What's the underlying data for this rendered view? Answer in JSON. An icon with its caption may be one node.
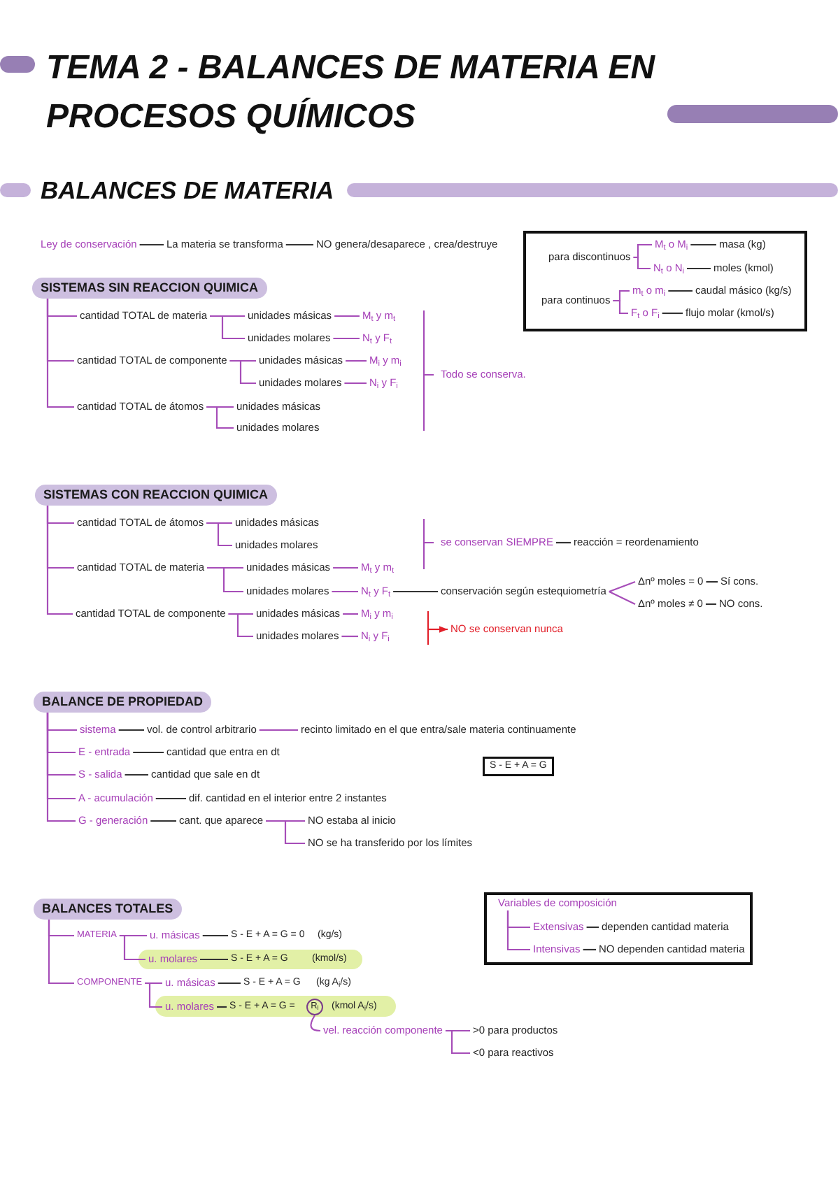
{
  "diagram": {
    "title": "TEMA 2 - BALANCES DE MATERIA EN PROCESOS QUÍMICOS",
    "nodes": [
      {
        "text": [
          "Ley de conservación"
        ]
      },
      {
        "text": [
          "La materia se transforma"
        ]
      },
      {
        "text": [
          "NO genera/desaparece , crea/destruye"
        ]
      },
      {
        "text": [],
        "shape": "box"
      },
      {
        "text": [
          "para discontinuos"
        ],
        "in": 3
      },
      {
        "text": [
          "M$_{t}$ o M$_{i}$"
        ],
        "in": 3
      },
      {
        "text": [
          "masa (kg)"
        ],
        "in": 3
      },
      {
        "text": [
          "N$_{t}$ o N$_{i}$"
        ],
        "in": 3
      },
      {
        "text": [
          "moles (kmol)"
        ],
        "in": 3
      },
      {
        "text": [
          "para continuos"
        ],
        "in": 3
      },
      {
        "text": [
          "m$_{t}$ o m$_{i}$"
        ],
        "in": 3
      },
      {
        "text": [
          "caudal másico (kg/s)"
        ],
        "in": 3
      },
      {
        "text": [
          "F$_{t}$ o F$_{i}$"
        ],
        "in": 3
      },
      {
        "text": [
          "flujo molar (kmol/s)"
        ],
        "in": 3
      },
      {
        "text": [
          "SISTEMAS SIN REACCION QUIMICA"
        ]
      },
      {
        "text": [
          "cantidad TOTAL de materia"
        ]
      },
      {
        "text": [
          "unidades másicas"
        ]
      },
      {
        "text": [
          "M$_{t}$ y m$_{t}$"
        ]
      },
      {
        "text": [
          "unidades molares"
        ]
      },
      {
        "text": [
          "N$_{t}$ y F$_{t}$"
        ]
      },
      {
        "text": [
          "cantidad TOTAL de componente"
        ]
      },
      {
        "text": [
          "unidades másicas"
        ]
      },
      {
        "text": [
          "M$_{i}$ y m$_{i}$"
        ]
      },
      {
        "text": [
          "unidades molares"
        ]
      },
      {
        "text": [
          "N$_{i}$ y F$_{i}$"
        ]
      },
      {
        "text": [
          "cantidad TOTAL de átomos"
        ]
      },
      {
        "text": [
          "unidades másicas"
        ]
      },
      {
        "text": [
          "unidades molares"
        ]
      },
      {
        "text": [
          "Todo se conserva."
        ]
      },
      {
        "text": [
          "SISTEMAS CON REACCION QUIMICA"
        ]
      },
      {
        "text": [
          "cantidad TOTAL de átomos"
        ]
      },
      {
        "text": [
          "unidades másicas"
        ]
      },
      {
        "text": [
          "unidades molares"
        ]
      },
      {
        "text": [
          "se conservan SIEMPRE"
        ]
      },
      {
        "text": [
          "reacción = reordenamiento"
        ]
      },
      {
        "text": [
          "cantidad TOTAL de materia"
        ]
      },
      {
        "text": [
          "unidades másicas"
        ]
      },
      {
        "text": [
          "M$_{t}$ y m$_{t}$"
        ]
      },
      {
        "text": [
          "unidades molares"
        ]
      },
      {
        "text": [
          "N$_{t}$ y F$_{t}$"
        ]
      },
      {
        "text": [
          "conservación según estequiometría"
        ]
      },
      {
        "text": [
          "Δnº moles = 0"
        ]
      },
      {
        "text": [
          "Sí cons."
        ]
      },
      {
        "text": [
          "Δnº moles ≠ 0"
        ]
      },
      {
        "text": [
          "NO cons."
        ]
      },
      {
        "text": [
          "cantidad TOTAL de componente"
        ]
      },
      {
        "text": [
          "unidades másicas"
        ]
      },
      {
        "text": [
          "M$_{i}$ y m$_{i}$"
        ]
      },
      {
        "text": [
          "unidades molares"
        ]
      },
      {
        "text": [
          "N$_{i}$ y F$_{i}$"
        ]
      },
      {
        "text": [
          "NO se conservan nunca"
        ]
      },
      {
        "text": [
          "BALANCE DE PROPIEDAD"
        ]
      },
      {
        "text": [
          "sistema"
        ]
      },
      {
        "text": [
          "vol. de control arbitrario"
        ]
      },
      {
        "text": [
          "recinto limitado en el que entra/sale materia continuamente"
        ]
      },
      {
        "text": [
          "E - entrada"
        ]
      },
      {
        "text": [
          "cantidad que entra en dt"
        ]
      },
      {
        "text": [
          "S - salida"
        ]
      },
      {
        "text": [
          "cantidad que sale en dt"
        ]
      },
      {
        "text": [
          "A - acumulación"
        ]
      },
      {
        "text": [
          "dif. cantidad en el interior entre 2 instantes"
        ]
      },
      {
        "text": [
          "G - generación"
        ]
      },
      {
        "text": [
          "cant. que aparece"
        ]
      },
      {
        "text": [
          "NO estaba al inicio"
        ]
      },
      {
        "text": [
          "NO se ha transferido por los límites"
        ]
      },
      {
        "text": [
          "S - E + A = G"
        ]
      },
      {
        "text": [
          "BALANCES TOTALES"
        ]
      },
      {
        "text": [
          "MATERIA"
        ]
      },
      {
        "text": [
          "u. másicas"
        ]
      },
      {
        "text": [
          "S - E + A = G = 0"
        ],
        "beside": [
          "(kg/s)"
        ]
      },
      {
        "text": [],
        "shape": "bar"
      },
      {
        "text": [
          "u. molares"
        ],
        "in": 70
      },
      {
        "text": [
          "S - E + A = G"
        ],
        "in": 70,
        "beside": [
          "(kmol/s)"
        ]
      },
      {
        "text": [
          "COMPONENTE"
        ]
      },
      {
        "text": [
          "u. másicas"
        ]
      },
      {
        "text": [
          "S - E + A = G"
        ],
        "beside": [
          "(kg A$_{i}$/s)"
        ]
      },
      {
        "text": [],
        "shape": "bar"
      },
      {
        "text": [
          "u. molares"
        ],
        "in": 76
      },
      {
        "text": [
          "S - E + A = G ="
        ],
        "in": 76
      },
      {
        "text": [
          "R$_{i}$"
        ],
        "in": 76,
        "beside": [
          "(kmol A$_{i}$/s)"
        ]
      },
      {
        "text": [
          "vel. reacción componente"
        ]
      },
      {
        "text": [
          ">0 para productos"
        ]
      },
      {
        "text": [
          "<0 para reactivos"
        ]
      },
      {
        "text": [],
        "shape": "box"
      },
      {
        "text": [
          "Variables de composición"
        ],
        "in": 83
      },
      {
        "text": [
          "Extensivas"
        ],
        "in": 83
      },
      {
        "text": [
          "dependen cantidad materia"
        ],
        "in": 83
      },
      {
        "text": [
          "Intensivas"
        ],
        "in": 83
      },
      {
        "text": [
          "NO dependen cantidad materia"
        ],
        "in": 83
      }
    ],
    "edges": [
      {
        "from": 0,
        "to": 1,
        "arrow": "none",
        "color": "#333333"
      },
      {
        "from": 1,
        "to": 2,
        "arrow": "none",
        "color": "#333333"
      },
      {
        "from": 4,
        "to": 5,
        "arrow": "none"
      },
      {
        "from": 5,
        "to": 6,
        "arrow": "none",
        "color": "#333333"
      },
      {
        "from": 4,
        "to": 7,
        "arrow": "none"
      },
      {
        "from": 7,
        "to": 8,
        "arrow": "none",
        "color": "#333333"
      },
      {
        "from": 9,
        "to": 10,
        "arrow": "none"
      },
      {
        "from": 10,
        "to": 11,
        "arrow": "none",
        "color": "#333333"
      },
      {
        "from": 9,
        "to": 12,
        "arrow": "none"
      },
      {
        "from": 12,
        "to": 13,
        "arrow": "none",
        "color": "#333333"
      },
      {
        "from": 14,
        "to": 15,
        "arrow": "none"
      },
      {
        "from": 14,
        "to": 20,
        "arrow": "none"
      },
      {
        "from": 14,
        "to": 25,
        "arrow": "none"
      },
      {
        "from": 15,
        "to": 16,
        "arrow": "none"
      },
      {
        "from": 16,
        "to": 17,
        "arrow": "none"
      },
      {
        "from": 15,
        "to": 18,
        "arrow": "none"
      },
      {
        "from": 18,
        "to": 19,
        "arrow": "none"
      },
      {
        "from": 20,
        "to": 21,
        "arrow": "none"
      },
      {
        "from": 21,
        "to": 22,
        "arrow": "none"
      },
      {
        "from": 20,
        "to": 23,
        "arrow": "none"
      },
      {
        "from": 23,
        "to": 24,
        "arrow": "none"
      },
      {
        "from": 25,
        "to": 26,
        "arrow": "none"
      },
      {
        "from": 25,
        "to": 27,
        "arrow": "none"
      },
      {
        "from": 29,
        "to": 30,
        "arrow": "none"
      },
      {
        "from": 29,
        "to": 35,
        "arrow": "none"
      },
      {
        "from": 29,
        "to": 45,
        "arrow": "none"
      },
      {
        "from": 30,
        "to": 31,
        "arrow": "none"
      },
      {
        "from": 30,
        "to": 32,
        "arrow": "none"
      },
      {
        "from": 33,
        "to": 34,
        "arrow": "none",
        "color": "#333333"
      },
      {
        "from": 35,
        "to": 36,
        "arrow": "none"
      },
      {
        "from": 36,
        "to": 37,
        "arrow": "none"
      },
      {
        "from": 35,
        "to": 38,
        "arrow": "none"
      },
      {
        "from": 38,
        "to": 39,
        "arrow": "none"
      },
      {
        "from": 39,
        "to": 40,
        "arrow": "none",
        "color": "#333333"
      },
      {
        "from": 40,
        "to": 41,
        "arrow": "none"
      },
      {
        "from": 41,
        "to": 42,
        "arrow": "none",
        "color": "#333333"
      },
      {
        "from": 40,
        "to": 43,
        "arrow": "none"
      },
      {
        "from": 43,
        "to": 44,
        "arrow": "none",
        "color": "#333333"
      },
      {
        "from": 45,
        "to": 46,
        "arrow": "none"
      },
      {
        "from": 46,
        "to": 47,
        "arrow": "none"
      },
      {
        "from": 45,
        "to": 48,
        "arrow": "none"
      },
      {
        "from": 48,
        "to": 49,
        "arrow": "none"
      },
      {
        "from": null,
        "to": 50,
        "arrow": "to",
        "color": "#e2202a"
      },
      {
        "from": 51,
        "to": 52,
        "arrow": "none"
      },
      {
        "from": 51,
        "to": 55,
        "arrow": "none"
      },
      {
        "from": 51,
        "to": 57,
        "arrow": "none"
      },
      {
        "from": 51,
        "to": 59,
        "arrow": "none"
      },
      {
        "from": 51,
        "to": 61,
        "arrow": "none"
      },
      {
        "from": 52,
        "to": 53,
        "arrow": "none",
        "color": "#333333"
      },
      {
        "from": 53,
        "to": 54,
        "arrow": "none"
      },
      {
        "from": 55,
        "to": 56,
        "arrow": "none",
        "color": "#333333"
      },
      {
        "from": 57,
        "to": 58,
        "arrow": "none",
        "color": "#333333"
      },
      {
        "from": 59,
        "to": 60,
        "arrow": "none",
        "color": "#333333"
      },
      {
        "from": 61,
        "to": 62,
        "arrow": "none",
        "color": "#333333"
      },
      {
        "from": 62,
        "to": 63,
        "arrow": "none"
      },
      {
        "from": 62,
        "to": 64,
        "arrow": "none"
      },
      {
        "from": 66,
        "to": 67,
        "arrow": "none"
      },
      {
        "from": 66,
        "to": 73,
        "arrow": "none"
      },
      {
        "from": 67,
        "to": 68,
        "arrow": "none"
      },
      {
        "from": 68,
        "to": 69,
        "arrow": "none",
        "color": "#333333"
      },
      {
        "from": 67,
        "to": 71,
        "arrow": "none"
      },
      {
        "from": 71,
        "to": 72,
        "arrow": "none",
        "color": "#333333"
      },
      {
        "from": 73,
        "to": 74,
        "arrow": "none"
      },
      {
        "from": 74,
        "to": 75,
        "arrow": "none",
        "color": "#333333"
      },
      {
        "from": 73,
        "to": 77,
        "arrow": "none"
      },
      {
        "from": 77,
        "to": 78,
        "arrow": "none",
        "color": "#333333"
      },
      {
        "from": 79,
        "to": 80,
        "arrow": "none"
      },
      {
        "from": 80,
        "to": 81,
        "arrow": "none"
      },
      {
        "from": 80,
        "to": 82,
        "arrow": "none"
      },
      {
        "from": 84,
        "to": 85,
        "arrow": "none"
      },
      {
        "from": 85,
        "to": 86,
        "arrow": "none",
        "color": "#333333"
      },
      {
        "from": 84,
        "to": 87,
        "arrow": "none"
      },
      {
        "from": 87,
        "to": 88,
        "arrow": "none",
        "color": "#333333"
      }
    ],
    "labels": [
      "BALANCES DE MATERIA"
    ]
  }
}
